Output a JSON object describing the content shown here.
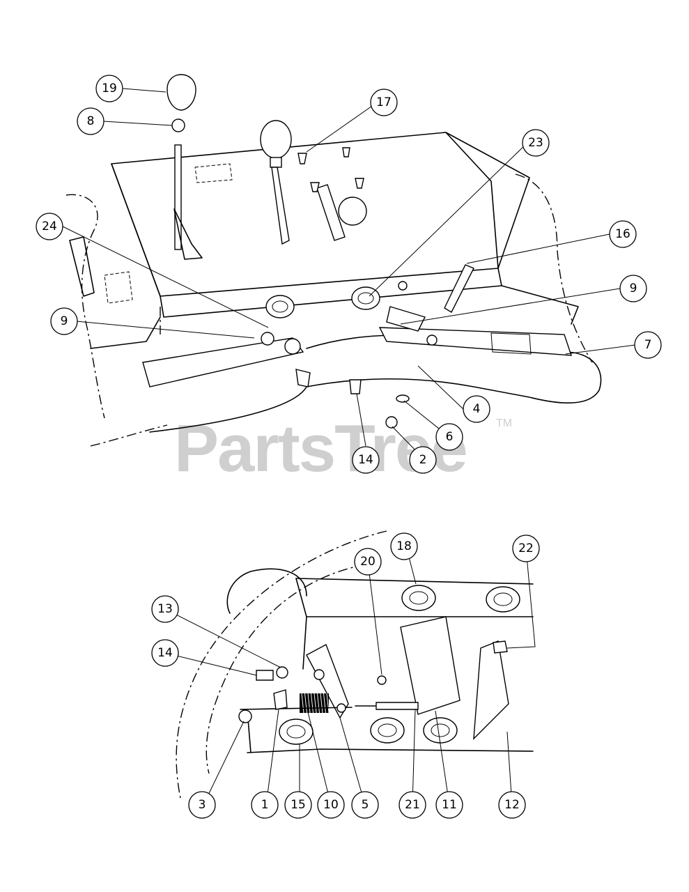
{
  "watermark": {
    "text": "PartsTree",
    "trademark": "TM"
  },
  "callouts_top": [
    "19",
    "8",
    "17",
    "23",
    "24",
    "16",
    "9",
    "9",
    "7",
    "4",
    "6",
    "14",
    "2"
  ],
  "callouts_bottom": [
    "18",
    "20",
    "22",
    "13",
    "14",
    "3",
    "1",
    "15",
    "10",
    "5",
    "21",
    "11",
    "12"
  ]
}
